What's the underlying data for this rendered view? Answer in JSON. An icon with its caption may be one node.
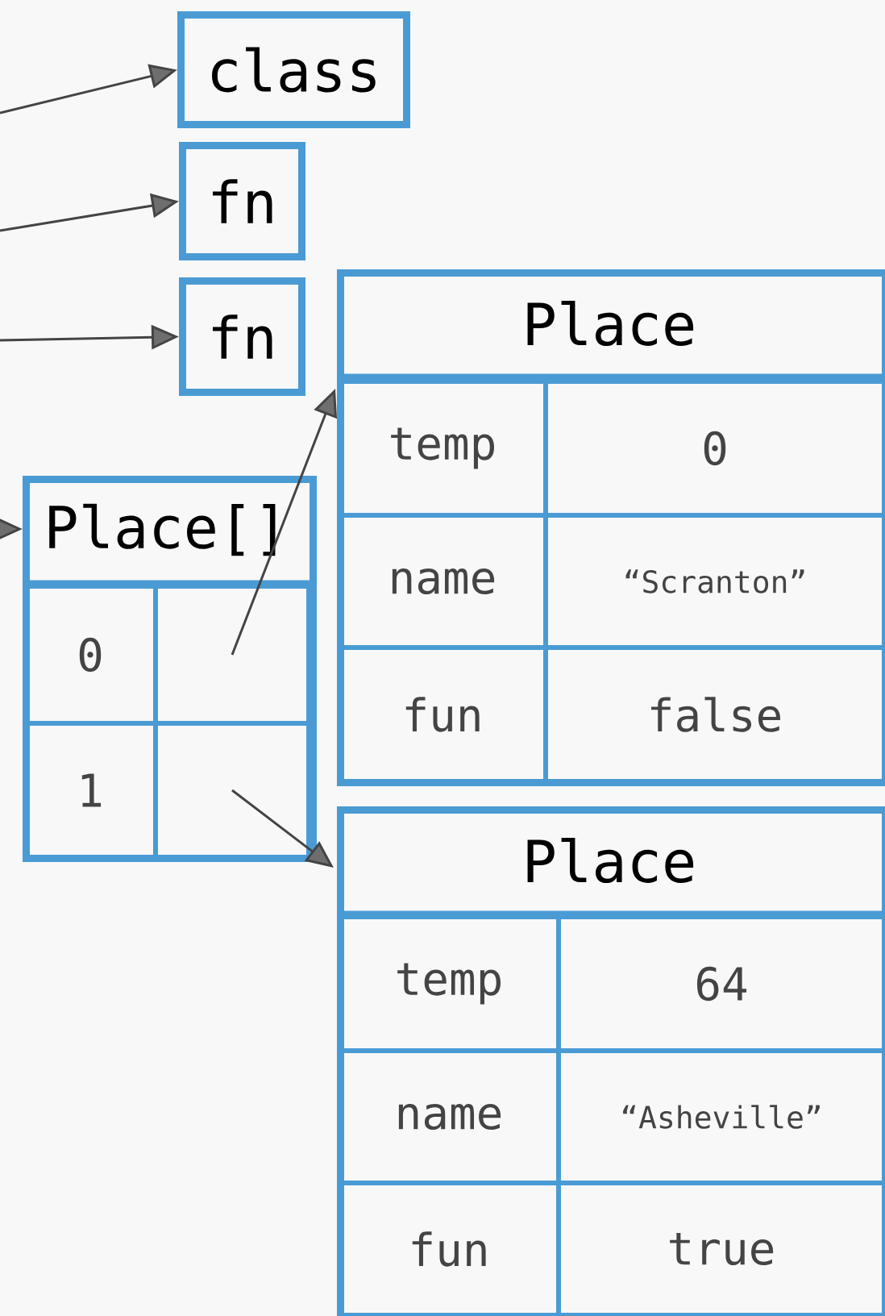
{
  "diagram": {
    "nodes": [
      {
        "text": [
          "class"
        ]
      },
      {
        "text": [
          "fn"
        ]
      },
      {
        "text": [
          "fn"
        ]
      },
      {
        "text": [
          "Place[]"
        ]
      },
      {
        "text": [
          "0"
        ],
        "in": 3
      },
      {
        "text": [],
        "shape": "box",
        "in": 3
      },
      {
        "text": [
          "1"
        ],
        "in": 3
      },
      {
        "text": [],
        "shape": "box",
        "in": 3
      },
      {
        "text": [
          "Place"
        ]
      },
      {
        "text": [
          "temp"
        ],
        "in": 8
      },
      {
        "text": [
          "0"
        ],
        "in": 8
      },
      {
        "text": [
          "name"
        ],
        "in": 8
      },
      {
        "text": [
          "“Scranton”"
        ],
        "in": 8
      },
      {
        "text": [
          "fun"
        ],
        "in": 8
      },
      {
        "text": [
          "false"
        ],
        "in": 8
      },
      {
        "text": [
          "Place"
        ]
      },
      {
        "text": [
          "temp"
        ],
        "in": 15
      },
      {
        "text": [
          "64"
        ],
        "in": 15
      },
      {
        "text": [
          "name"
        ],
        "in": 15
      },
      {
        "text": [
          "“Asheville”"
        ],
        "in": 15
      },
      {
        "text": [
          "fun"
        ],
        "in": 15
      },
      {
        "text": [
          "true"
        ],
        "in": 15
      }
    ],
    "edges": [
      {
        "from": null,
        "to": 0,
        "arrow": "to"
      },
      {
        "from": null,
        "to": 1,
        "arrow": "to"
      },
      {
        "from": null,
        "to": 2,
        "arrow": "to"
      },
      {
        "from": null,
        "to": 3,
        "arrow": "to"
      },
      {
        "from": 5,
        "to": 8,
        "arrow": "to"
      },
      {
        "from": 7,
        "to": 15,
        "arrow": "to"
      }
    ]
  }
}
